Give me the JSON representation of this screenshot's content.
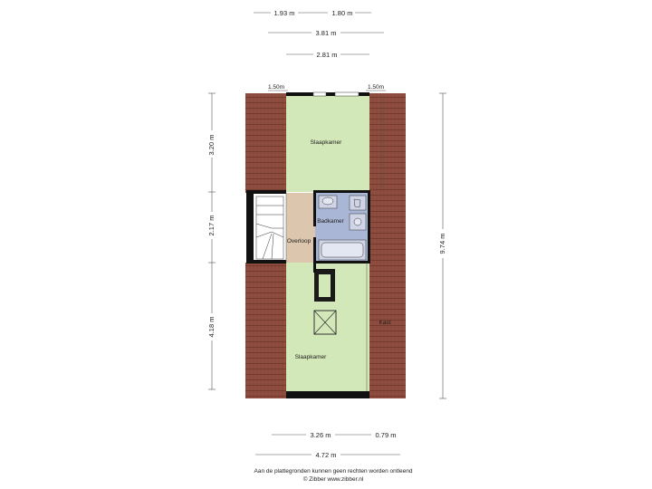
{
  "dimensions": {
    "top_a": "1.93 m",
    "top_b": "1.80 m",
    "top_total": "3.81 m",
    "top_inner": "2.81 m",
    "window_left": "1.50m",
    "window_right": "1.50m",
    "left_top": "3.20 m",
    "left_middle": "2.17 m",
    "left_bottom": "4.18 m",
    "right_total": "9.74 m",
    "bottom_a": "3.26 m",
    "bottom_b": "0.79 m",
    "bottom_total": "4.72 m"
  },
  "rooms": {
    "bedroom_top": "Slaapkamer",
    "bathroom": "Badkamer",
    "landing": "Overloop",
    "bedroom_bottom": "Slaapkamer",
    "storage": "Kast"
  },
  "footer": {
    "disclaimer": "Aan de plattegronden kunnen geen rechten worden ontleend",
    "credit": "© Zibber www.zibber.nl"
  },
  "colors": {
    "bedroom": "#d3e8b8",
    "bathroom": "#a9b6d6",
    "landing": "#dcc6ae",
    "roof": "#8a4a3c",
    "wall": "#111111"
  }
}
